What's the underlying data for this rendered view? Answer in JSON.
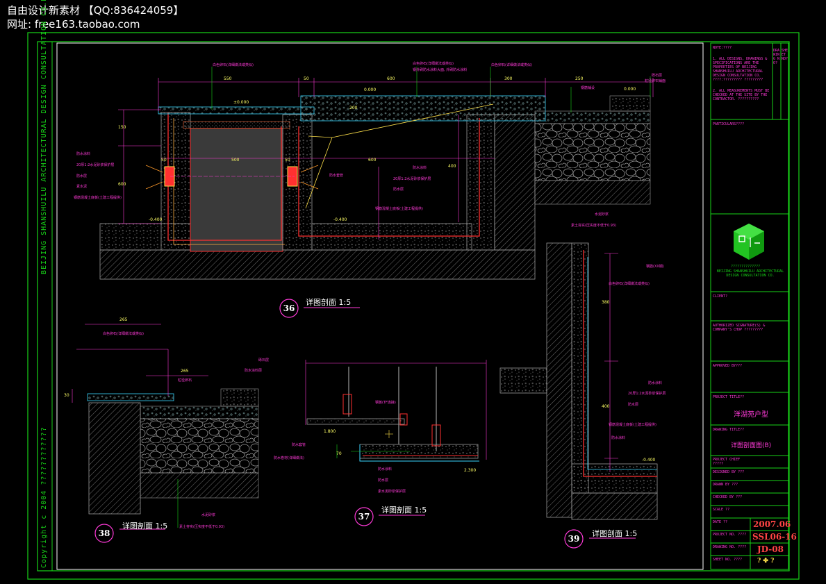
{
  "watermark": {
    "line1": "自由设计新素材  【QQ:836424059】",
    "line2": "网址: free163.taobao.com"
  },
  "border_vertical": {
    "company": "BEIJING SHANSHUILU ARCHITECTURAL DESIGN CONSULTATION CO.LTD",
    "copyright": "Copyright c 2004 ????????????"
  },
  "sections": [
    {
      "number": "36",
      "title": "详图剖面 1:5"
    },
    {
      "number": "37",
      "title": "详图剖面 1:5"
    },
    {
      "number": "38",
      "title": "详图剖面 1:5"
    },
    {
      "number": "39",
      "title": "详图剖面 1:5"
    }
  ],
  "dimensions_36": {
    "top": [
      "550",
      "50",
      "600",
      "300",
      "250"
    ],
    "mid": [
      "50",
      "500",
      "50",
      "600"
    ],
    "vert": [
      "150",
      "200",
      "600",
      "400"
    ],
    "levels": [
      "±0.000",
      "0.000",
      "-0.400",
      "-0.400",
      "0.000"
    ]
  },
  "dimensions_38": {
    "top": "265",
    "mid": "265",
    "vert": "30"
  },
  "dimensions_39": {
    "vert": [
      "380",
      "400"
    ],
    "level": "-0.400"
  },
  "dimensions_37": {
    "level_left": "1.800",
    "vert": "70",
    "level_right": "2.300"
  },
  "labels_36": {
    "top_left": "白色卵石(详细做法或类似)",
    "top_mid": "白色卵石(详细做法或类似)",
    "top_mid2": "钢外刷防水涂料大面, 外刷防水涂料",
    "top_right": "白色卵石(详细做法或类似)",
    "right_a": "砾石层",
    "right_b": "粒径卵石铺面",
    "right_c": "钢筋铺设",
    "left_stack": [
      "防水涂料",
      "20厚1:2水泥砂浆保护层",
      "防水层",
      "素水泥",
      "钢筋混凝土底板(土建工程提供)"
    ],
    "mid_stack": [
      "防水涂料",
      "20厚1:2水泥砂浆保护层",
      "防水层",
      "钢筋混凝土底板(土建工程提供)"
    ],
    "mid_note": "防水套管",
    "bottom_right1": "水泥砂浆",
    "bottom_right2": "素土夯实(压实度不低于0.93)"
  },
  "labels_38": {
    "top": "白色卵石(详细做法或类似)",
    "mid": "粒径卵石",
    "right1": "砾石层",
    "right2": "防水涂料层",
    "bottom1": "水泥砂浆",
    "bottom2": "素土夯实(压实度不低于0.93)"
  },
  "labels_37": {
    "a": "钢板(TF连接)",
    "b": "防水套管",
    "c": "防水卷材(详细做法)",
    "d": "防水涂料",
    "e": "防水层",
    "f": "素水泥砂浆保护层"
  },
  "labels_39": {
    "a": "钢筋(XX钢)",
    "b": "白色卵石(详细做法或类似)",
    "stack": [
      "防水涂料",
      "20厚1:2水泥砂浆保护层",
      "防水层",
      "钢筋混凝土底板(土建工程提供)"
    ],
    "side": "防水涂料"
  },
  "title_block": {
    "note_head": "NOTE:????",
    "note1": "1. ALL DESIGNS, DRAWINGS & SPECIFICATIONS ARE THE PROPERTIES OF BEIJING SHANSHUILU ARCHITECTURAL DESIGN CONSULTATION CO. ????:????????? ?????????",
    "note2": "2. ALL MEASUREMENTS MUST BE CHECKED AT THE SITE BY THE CONTRACTOR. ??????????",
    "side_col": [
      "DRAWING NO?",
      "SHEET NO?"
    ],
    "particulars": "PARTICULARS????",
    "company_cn": "??????????????",
    "company_en": "BEIJING SHANSHUILU ARCHITECTURAL DESIGN CONSULTATION CO.",
    "client": "CLIENT?",
    "authorized": "AUTHORIZED SIGNATURE(S) & COMPANY'S CHOP ?????????",
    "approved": "APPROVED BY???",
    "project_title_label": "PROJECT TITLE??",
    "project_title": "洋湖苑户型",
    "drawing_title_label": "DRAWING TITLE??",
    "drawing_title": "详图剖面图(B)",
    "project_chief": "PROJECT CHIEF ?????",
    "designed_by": "DESIGNED BY ???",
    "drawn_by": "DRAWN BY ???",
    "checked_by": "CHECKED BY ???",
    "scale": "SCALE ??",
    "date_label": "DATE ??",
    "date": "2007.06",
    "project_no_label": "PROJECT NO. ????",
    "project_no": "SSL06-16",
    "drawing_no_label": "DRAWING NO. ????",
    "drawing_no": "JD-08",
    "sheet_no_label": "SHEET NO. ????",
    "sheet_no": "? ✤ ?"
  },
  "colors": {
    "frame": "#18d418",
    "magenta": "#ff3ad8",
    "red": "#ff3030",
    "cyan": "#3ad6ff",
    "yellow": "#ffe14a",
    "gray": "#9a9a9a"
  }
}
